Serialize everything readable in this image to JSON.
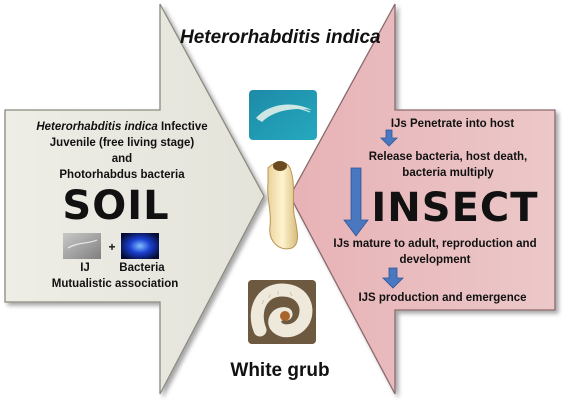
{
  "title": "Heterorhabditis indica",
  "soil": {
    "desc_species": "Heterorhabditis indica",
    "desc_infective": " Infective",
    "desc_line2": "Juvenile (free living  stage)",
    "desc_line3": "and",
    "desc_line4": "Photorhabdus bacteria",
    "word": "SOIL",
    "plus": "+",
    "ij_label": "IJ",
    "bacteria_label": "Bacteria",
    "mutualistic": "Mutualistic association"
  },
  "insect": {
    "word": "INSECT",
    "step1": "IJs Penetrate into host",
    "step2_line1": "Release bacteria, host death,",
    "step2_line2": "bacteria multiply",
    "step3_line1": "IJs mature to adult, reproduction and",
    "step3_line2": "development",
    "step4": "IJS production and emergence"
  },
  "grub_label": "White grub",
  "colors": {
    "soil_fill": "#e9e8e0",
    "insect_fill": "#e9bdc0",
    "arrow_blue": "#4a78c0"
  },
  "icons": [
    "nematode-photo",
    "larva-photo",
    "white-grub-photo",
    "ij-photo",
    "bacteria-photo"
  ]
}
